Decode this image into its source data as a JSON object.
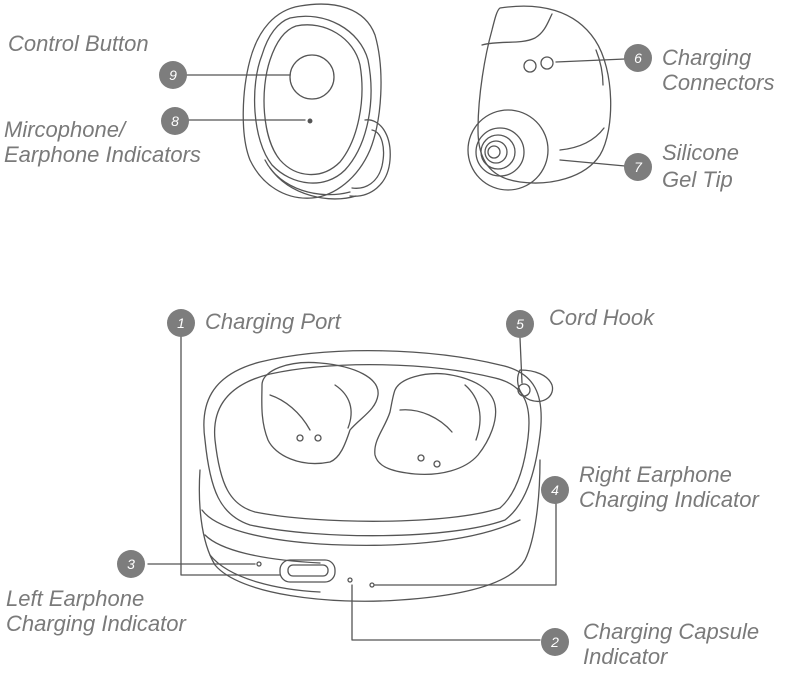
{
  "colors": {
    "line": "#555555",
    "text": "#7a7a7a",
    "badge": "#7d7d7d"
  },
  "callouts": [
    {
      "number": "1",
      "label": "Charging Port"
    },
    {
      "number": "2",
      "label_line1": "Charging Capsule",
      "label_line2": "Indicator"
    },
    {
      "number": "3",
      "label_line1": "Left Earphone",
      "label_line2": "Charging Indicator"
    },
    {
      "number": "4",
      "label_line1": "Right Earphone",
      "label_line2": "Charging Indicator"
    },
    {
      "number": "5",
      "label": "Cord Hook"
    },
    {
      "number": "6",
      "label_line1": "Charging",
      "label_line2": "Connectors"
    },
    {
      "number": "7",
      "label_line1": "Silicone",
      "label_line2": "Gel Tip"
    },
    {
      "number": "8",
      "label_line1": "Mircophone/",
      "label_line2": "Earphone Indicators"
    },
    {
      "number": "9",
      "label": "Control Button"
    }
  ]
}
